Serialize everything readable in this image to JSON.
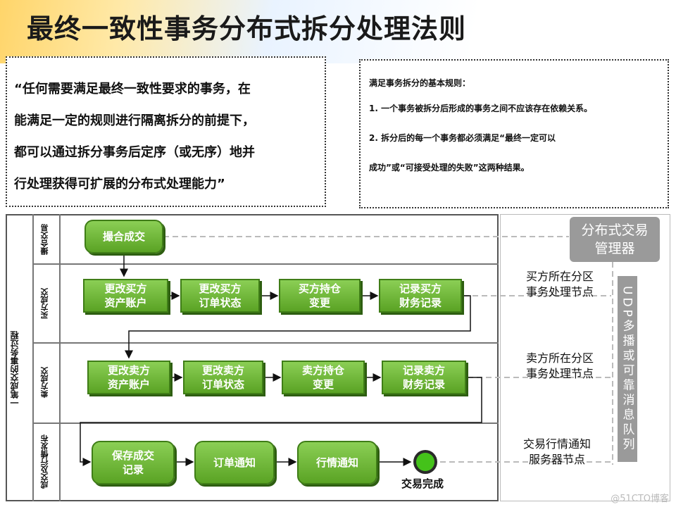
{
  "title": "最终一致性事务分布式拆分处理法则",
  "quote_lines": [
    "“任何需要满足最终一致性要求的事务，在",
    "能满足一定的规则进行隔离拆分的前提下，",
    "都可以通过拆分事务后定序（或无序）地并",
    "行处理获得可扩展的分布式处理能力”"
  ],
  "rules": {
    "heading": "满足事务拆分的基本规则：",
    "rule1": "1. 一个事务被拆分后形成的事务之间不应该存在依赖关系。",
    "rule2a": "2. 拆分后的每一个事务都必须满足“最终一定可以",
    "rule2b": "成功”或“可接受处理的失败”这两种结果。"
  },
  "swimlane": {
    "outer_label": "一笔成交的事务过程",
    "lanes": [
      "撮合交易",
      "买方成交",
      "卖方成交",
      "成交及行情发布"
    ]
  },
  "boxes": {
    "match": "撮合成交",
    "buyer": [
      [
        "更改买方",
        "资产账户"
      ],
      [
        "更改买方",
        "订单状态"
      ],
      [
        "买方持仓",
        "变更"
      ],
      [
        "记录买方",
        "财务记录"
      ]
    ],
    "seller": [
      [
        "更改卖方",
        "资产账户"
      ],
      [
        "更改卖方",
        "订单状态"
      ],
      [
        "卖方持仓",
        "变更"
      ],
      [
        "记录卖方",
        "财务记录"
      ]
    ],
    "publish": [
      [
        "保存成交",
        "记录"
      ],
      [
        "订单通知"
      ],
      [
        "行情通知"
      ]
    ],
    "done": "交易完成"
  },
  "right_panel": {
    "manager": [
      "分布式交易",
      "管理器"
    ],
    "buyer_node": [
      "买方所在分区",
      "事务处理节点"
    ],
    "seller_node": [
      "卖方所在分区",
      "事务处理节点"
    ],
    "notify_node": [
      "交易行情通知",
      "服务器节点"
    ],
    "udp": "UDP多播或可靠消息队列"
  },
  "watermark": "@51CTO博客",
  "colors": {
    "box_green": "#5aa324",
    "gray": "#9a9a9a",
    "done_green": "#44c21a"
  }
}
